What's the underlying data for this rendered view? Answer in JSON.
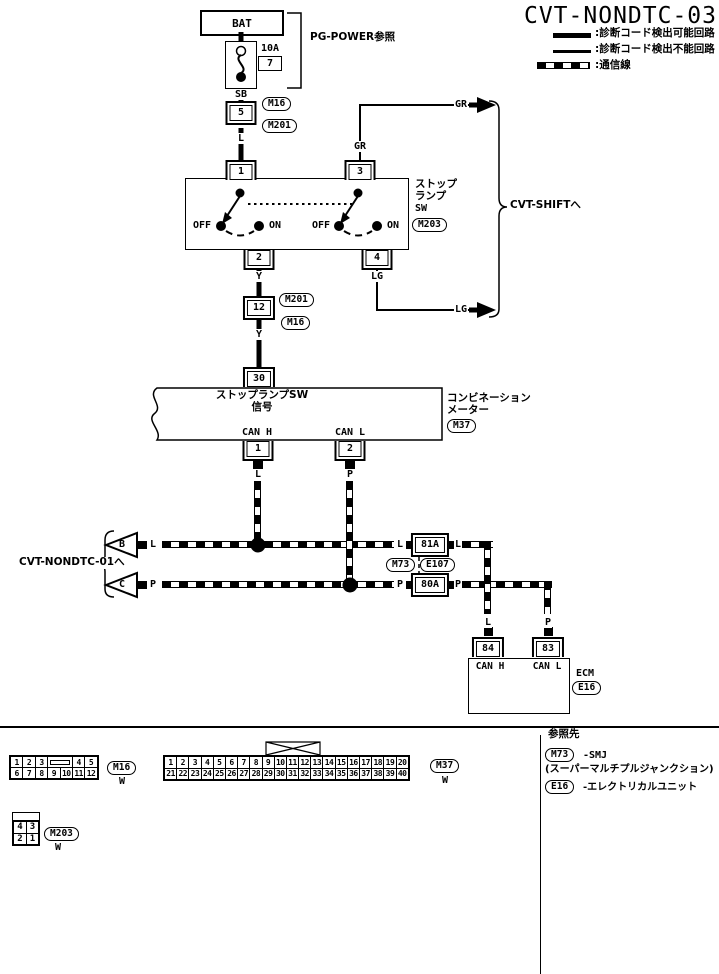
{
  "title": "CVT-NONDTC-03",
  "legend": {
    "detectable": ":診断コード検出可能回路",
    "undetectable": ":診断コード検出不能回路",
    "comm": ":通信線"
  },
  "power": {
    "bat": "BAT",
    "ref": "PG-POWER参照",
    "fuse_rating": "10A",
    "fuse_no": "7",
    "wire_sb": "SB",
    "conn": "5",
    "conn_a": "M16",
    "conn_b": "M201",
    "wire_l": "L"
  },
  "sw": {
    "title1": "ストップ",
    "title2": "ランプ",
    "title3": "SW",
    "conn": "M203",
    "t1": "1",
    "t2": "2",
    "t3": "3",
    "t4": "4",
    "off_l": "OFF",
    "on_l": "ON",
    "off_r": "OFF",
    "on_r": "ON",
    "wire_gr": "GR",
    "wire_y": "Y",
    "wire_lg": "LG"
  },
  "shift": {
    "label": "CVT-SHIFTへ",
    "gr": "GR",
    "lg": "LG"
  },
  "link": {
    "conn": "12",
    "conn_a": "M201",
    "conn_b": "M16",
    "wire_y": "Y"
  },
  "meter": {
    "t30": "30",
    "sig1": "ストップランプSW",
    "sig2": "信号",
    "can_h": "CAN H",
    "can_l": "CAN L",
    "t1": "1",
    "t2": "2",
    "name1": "コンビネーション",
    "name2": "メーター",
    "conn": "M37",
    "wire_l": "L",
    "wire_p": "P"
  },
  "bus": {
    "ref": "CVT-NONDTC-01へ",
    "b": "B",
    "c": "C",
    "l_a": "L",
    "l_b": "L",
    "l_c": "L",
    "l_d": "L",
    "p_a": "P",
    "p_b": "P",
    "p_c": "P",
    "p_d": "P",
    "conn_l": "81A",
    "conn_p": "80A",
    "m73": "M73",
    "e107": "E107"
  },
  "ecm": {
    "t84": "84",
    "t83": "83",
    "can_h": "CAN H",
    "can_l": "CAN L",
    "name": "ECM",
    "conn": "E16"
  },
  "pinouts": {
    "m16": {
      "r1": [
        "1",
        "2",
        "3",
        "",
        "4",
        "5"
      ],
      "r2": [
        "6",
        "7",
        "8",
        "9",
        "10",
        "11",
        "12"
      ],
      "id": "M16",
      "color": "W"
    },
    "m37": {
      "r1": [
        "1",
        "2",
        "3",
        "4",
        "5",
        "6",
        "7",
        "8",
        "9",
        "10",
        "11",
        "12",
        "13",
        "14",
        "15",
        "16",
        "17",
        "18",
        "19",
        "20"
      ],
      "r2": [
        "21",
        "22",
        "23",
        "24",
        "25",
        "26",
        "27",
        "28",
        "29",
        "30",
        "31",
        "32",
        "33",
        "34",
        "35",
        "36",
        "37",
        "38",
        "39",
        "40"
      ],
      "id": "M37",
      "color": "W"
    },
    "m203": {
      "r1": [
        "4",
        "3"
      ],
      "r2": [
        "2",
        "1"
      ],
      "id": "M203",
      "color": "W"
    }
  },
  "refs": {
    "title": "参照先",
    "m73_id": "M73",
    "m73_desc": "-SMJ",
    "m73_note": "(スーパーマルチプルジャンクション)",
    "e16_id": "E16",
    "e16_desc": "-エレクトリカルユニット"
  }
}
